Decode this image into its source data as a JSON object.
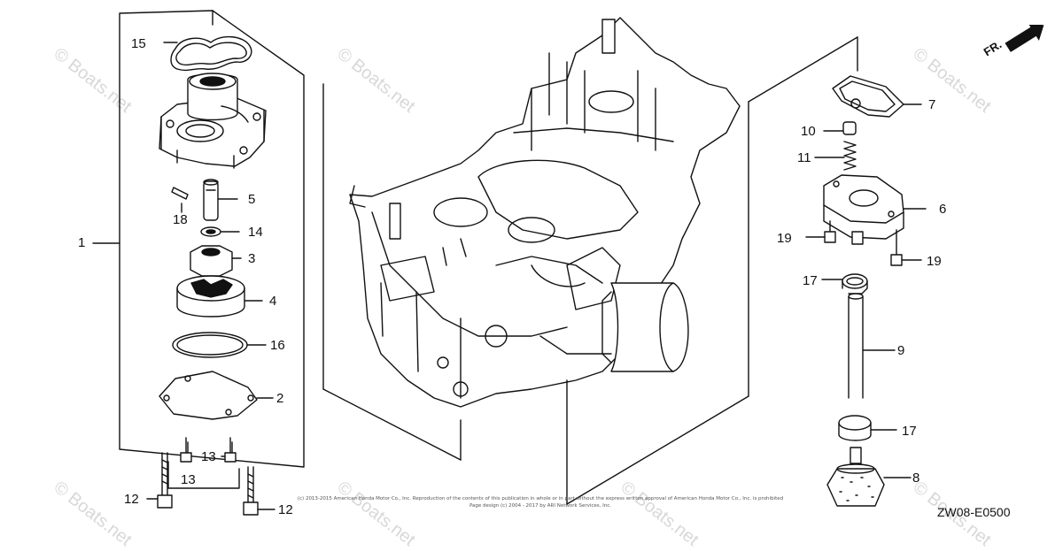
{
  "diagram": {
    "watermark_text": "© Boats.net",
    "direction_indicator": "FR.",
    "diagram_code": "ZW08-E0500",
    "legal_line_1": "(c) 2013-2015 American Honda Motor Co., Inc. Reproduction of the contents of this publication in whole or in part without the express written approval of American Honda Motor Co., Inc. is prohibited",
    "legal_line_2": "Page design (c) 2004 - 2017 by ARI Network Services, Inc.",
    "callouts": {
      "c1": "1",
      "c2": "2",
      "c3": "3",
      "c4": "4",
      "c5": "5",
      "c6": "6",
      "c7": "7",
      "c8": "8",
      "c9": "9",
      "c10": "10",
      "c11": "11",
      "c12a": "12",
      "c12b": "12",
      "c13a": "13",
      "c13b": "13",
      "c14": "14",
      "c15": "15",
      "c16": "16",
      "c17a": "17",
      "c17b": "17",
      "c18": "18",
      "c19a": "19",
      "c19b": "19"
    }
  }
}
